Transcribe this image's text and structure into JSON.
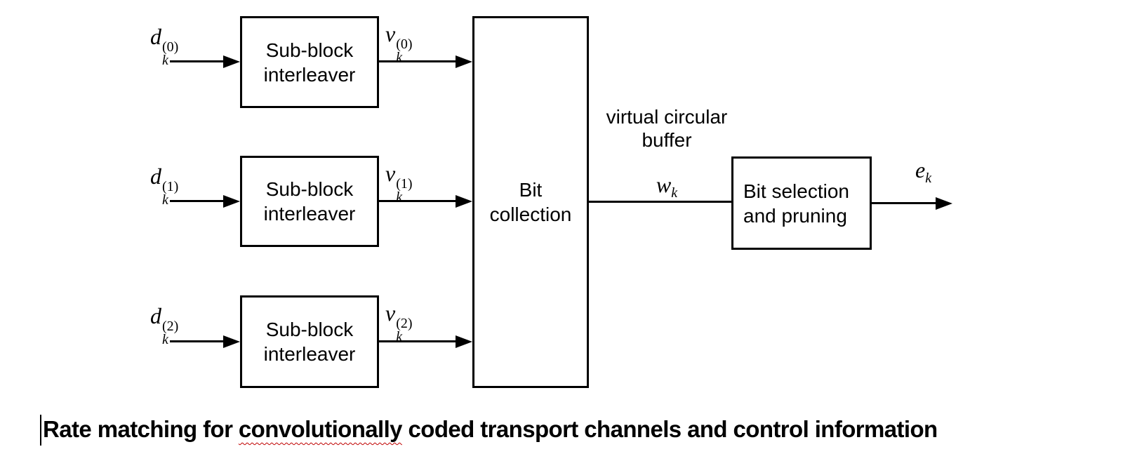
{
  "diagram": {
    "rows": [
      {
        "input_label": {
          "base": "d",
          "sup": "(0)",
          "sub": "k"
        },
        "box": {
          "line1": "Sub-block",
          "line2": "interleaver"
        },
        "output_label": {
          "base": "v",
          "sup": "(0)",
          "sub": "k"
        }
      },
      {
        "input_label": {
          "base": "d",
          "sup": "(1)",
          "sub": "k"
        },
        "box": {
          "line1": "Sub-block",
          "line2": "interleaver"
        },
        "output_label": {
          "base": "v",
          "sup": "(1)",
          "sub": "k"
        }
      },
      {
        "input_label": {
          "base": "d",
          "sup": "(2)",
          "sub": "k"
        },
        "box": {
          "line1": "Sub-block",
          "line2": "interleaver"
        },
        "output_label": {
          "base": "v",
          "sup": "(2)",
          "sub": "k"
        }
      }
    ],
    "bit_collection": {
      "line1": "Bit",
      "line2": "collection"
    },
    "buffer_label": {
      "line1": "virtual circular",
      "line2": "buffer"
    },
    "w_label": {
      "base": "w",
      "sub": "k"
    },
    "bit_selection": {
      "line1": "Bit selection",
      "line2": "and pruning"
    },
    "e_label": {
      "base": "e",
      "sub": "k"
    }
  },
  "caption": {
    "before": "Rate matching for ",
    "misspelled": "convolutionally",
    "after": " coded transport channels and control information"
  },
  "colors": {
    "line": "#000000",
    "text": "#000000",
    "squiggle": "#c00000",
    "background": "#ffffff"
  }
}
